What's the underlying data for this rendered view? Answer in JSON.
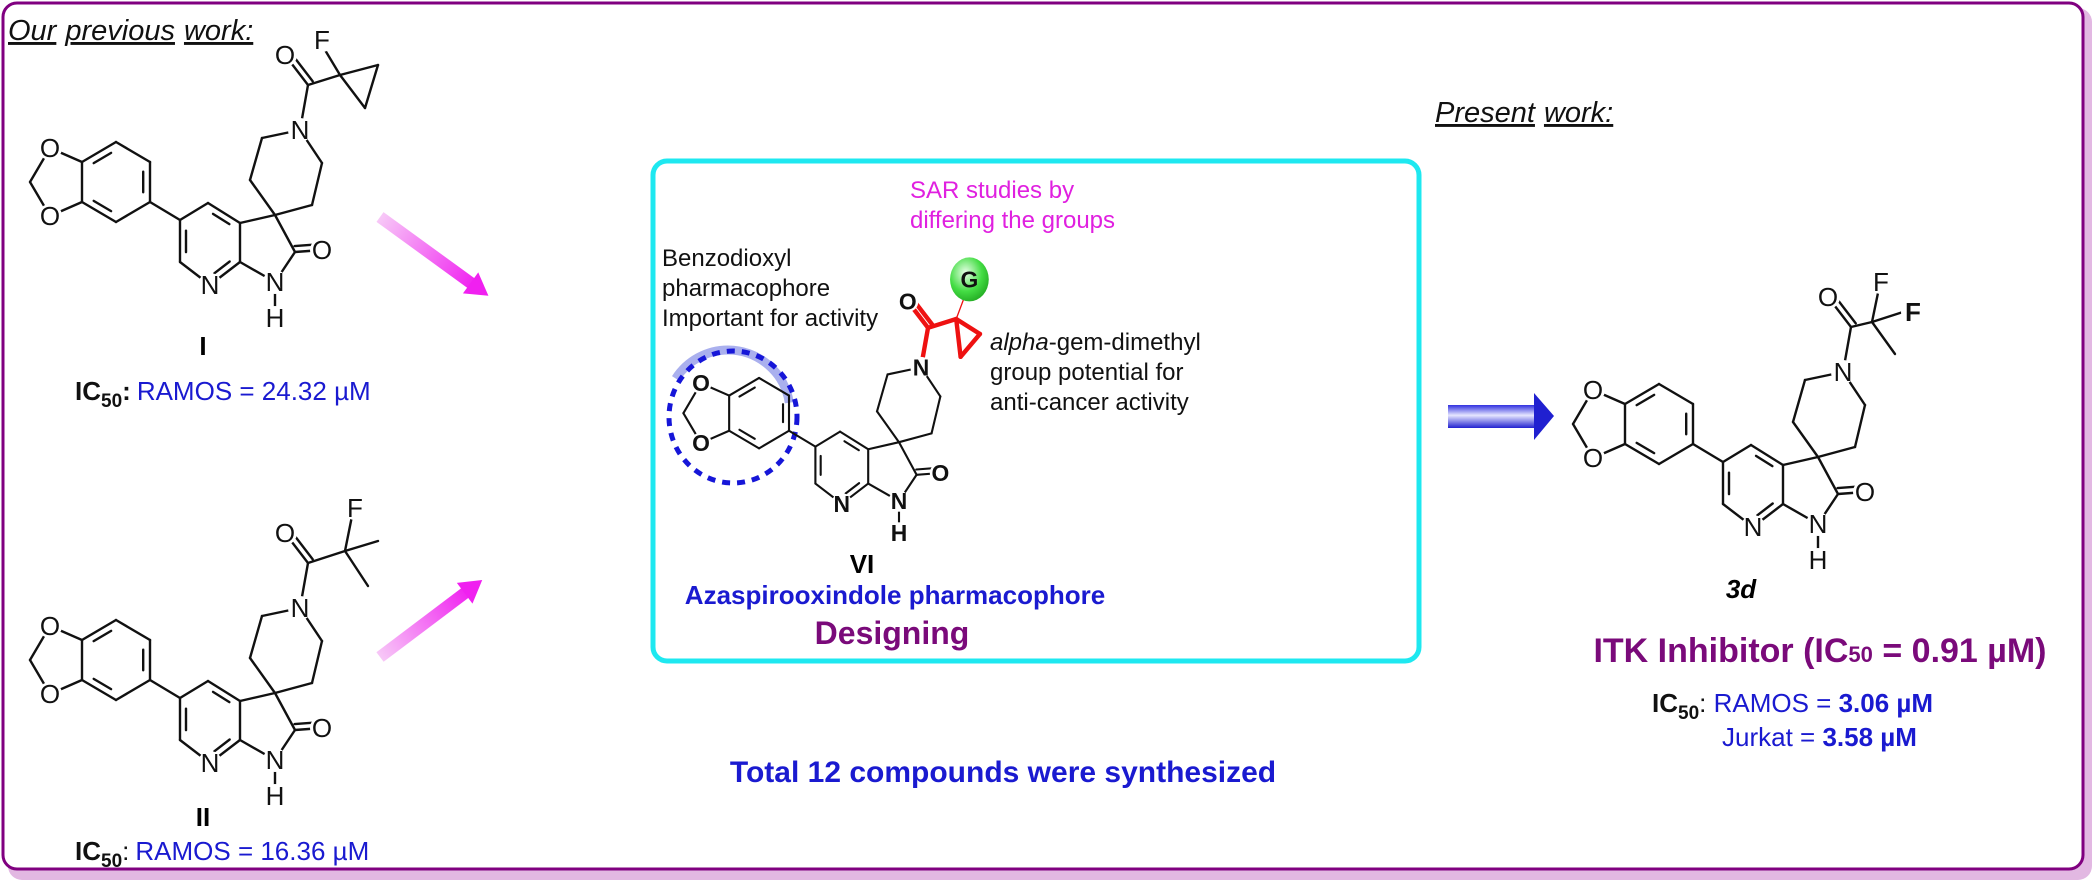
{
  "headers": {
    "previous": [
      "Our",
      "previous",
      "work:"
    ],
    "present": [
      "Present",
      "work:"
    ]
  },
  "atoms": {
    "O": "O",
    "N": "N",
    "H": "H",
    "F": "F",
    "G": "G"
  },
  "compounds": {
    "I": {
      "label": "I",
      "ic50": {
        "prefix": "IC",
        "sub": "50",
        "colon": ":",
        "text": "RAMOS = 24.32 µM"
      }
    },
    "II": {
      "label": "II",
      "ic50": {
        "prefix": "IC",
        "sub": "50",
        "colon": ":",
        "text": "RAMOS = 16.36 µM"
      }
    },
    "VI": {
      "label": "VI",
      "caption": "Azaspirooxindole pharmacophore",
      "stage": "Designing"
    },
    "3d": {
      "label": "3d",
      "itk": {
        "pre": "ITK Inhibitor (IC",
        "sub": "50",
        "post": " = 0.91 µM)"
      },
      "ic50": {
        "prefix": "IC",
        "sub": "50",
        "colon": ": ",
        "ramos_label": "RAMOS = ",
        "ramos_value": "3.06 µM",
        "jurkat_label": "Jurkat = ",
        "jurkat_value": "3.58 µM"
      }
    }
  },
  "annotations": {
    "sar": [
      "SAR studies by",
      "differing the groups"
    ],
    "benzodioxyl": [
      "Benzodioxyl",
      "pharmacophore",
      "Important for activity"
    ],
    "alpha": {
      "italic": "alpha",
      "rest": "-gem-dimethyl",
      "lines": [
        "group potential for",
        "anti-cancer activity"
      ]
    }
  },
  "summary": "Total 12 compounds were synthesized",
  "colors": {
    "frame": "#800080",
    "design_box": "#1ee8f0",
    "highlight_red": "#ee1111",
    "magenta": "#e020e0",
    "blue_text": "#1a1ad0",
    "purple_text": "#7a0a7a",
    "g_circle": "#44dd44"
  }
}
